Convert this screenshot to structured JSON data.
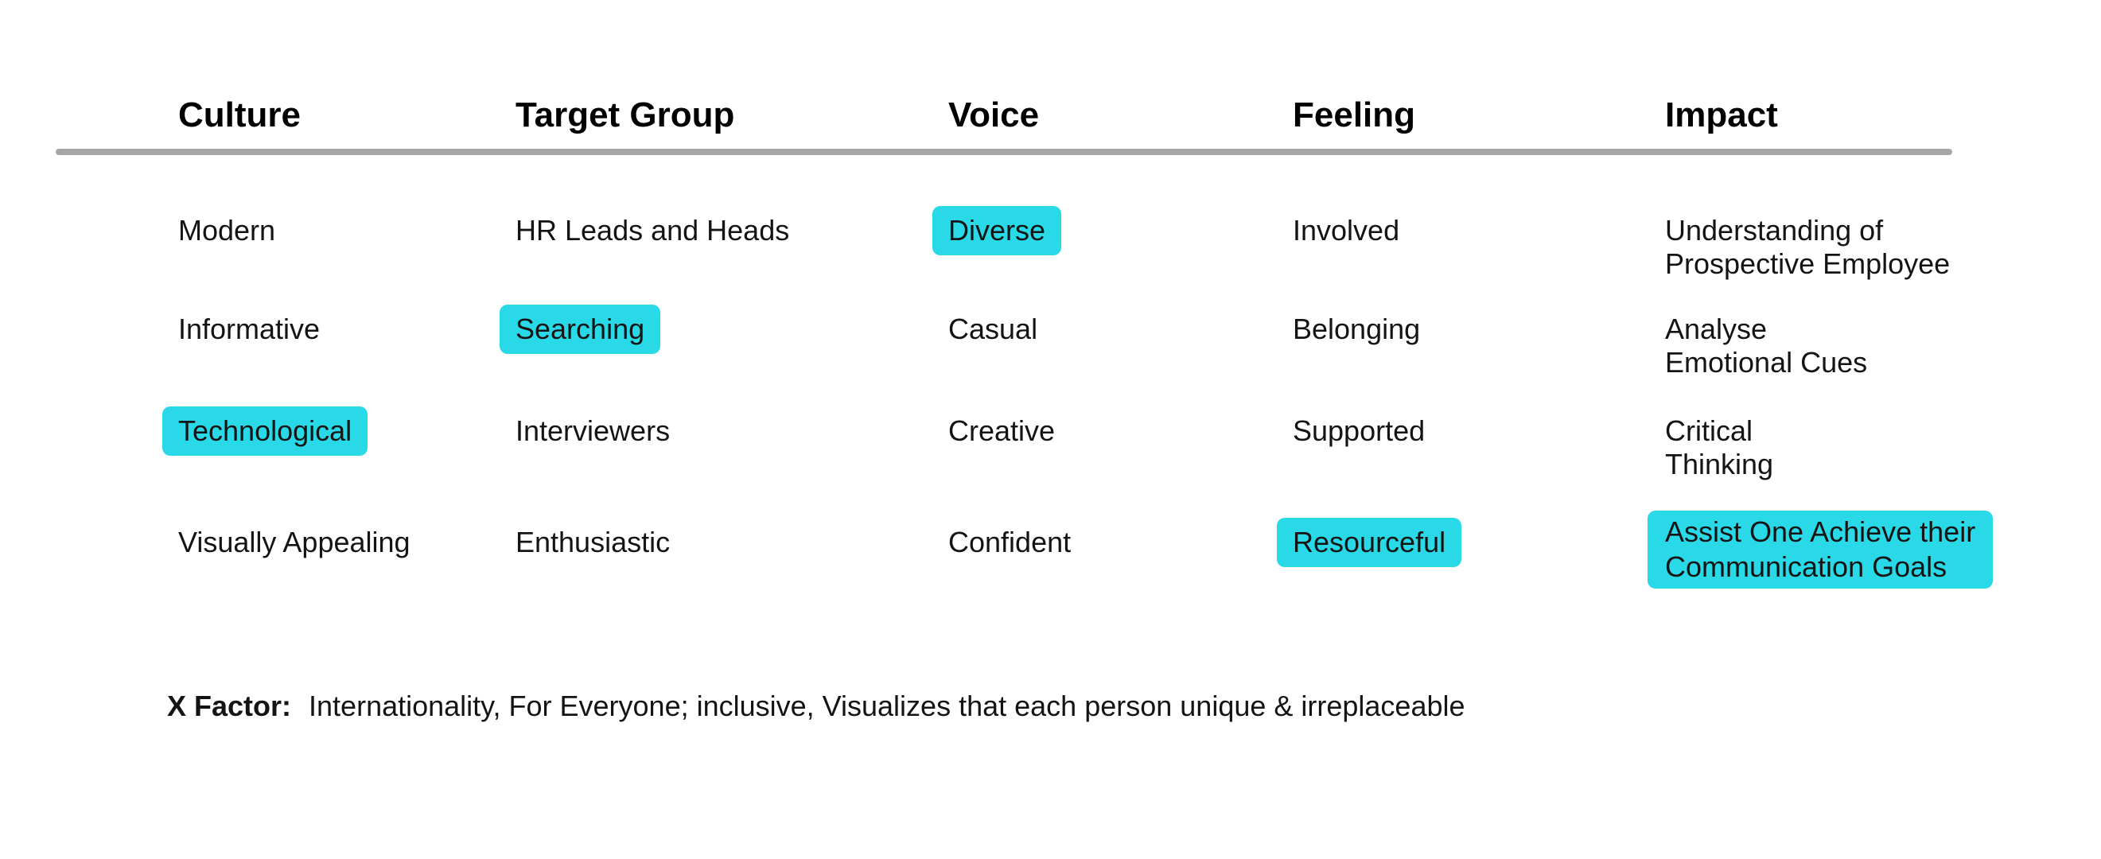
{
  "colors": {
    "accent": "#29d9e8",
    "divider": "#a6a6a6",
    "text": "#141414",
    "heading": "#000000",
    "background": "#ffffff"
  },
  "columns": [
    {
      "label": "Culture"
    },
    {
      "label": "Target Group"
    },
    {
      "label": "Voice"
    },
    {
      "label": "Feeling"
    },
    {
      "label": "Impact"
    }
  ],
  "rows": [
    {
      "cells": [
        {
          "text": "Modern",
          "highlight": false
        },
        {
          "text": "HR Leads and Heads",
          "highlight": false
        },
        {
          "text": "Diverse",
          "highlight": true
        },
        {
          "text": "Involved",
          "highlight": false
        },
        {
          "lines": [
            "Understanding of",
            "Prospective Employee"
          ],
          "highlight": false
        }
      ]
    },
    {
      "cells": [
        {
          "text": "Informative",
          "highlight": false
        },
        {
          "text": "Searching",
          "highlight": true
        },
        {
          "text": "Casual",
          "highlight": false
        },
        {
          "text": "Belonging",
          "highlight": false
        },
        {
          "lines": [
            "Analyse",
            "Emotional Cues"
          ],
          "highlight": false
        }
      ]
    },
    {
      "cells": [
        {
          "text": "Technological",
          "highlight": true
        },
        {
          "text": "Interviewers",
          "highlight": false
        },
        {
          "text": "Creative",
          "highlight": false
        },
        {
          "text": "Supported",
          "highlight": false
        },
        {
          "lines": [
            "Critical",
            "Thinking"
          ],
          "highlight": false
        }
      ]
    },
    {
      "cells": [
        {
          "text": "Visually Appealing",
          "highlight": false
        },
        {
          "text": "Enthusiastic",
          "highlight": false
        },
        {
          "text": "Confident",
          "highlight": false
        },
        {
          "text": "Resourceful",
          "highlight": true
        },
        {
          "lines": [
            "Assist One Achieve their",
            "Communication Goals"
          ],
          "highlight": true
        }
      ]
    }
  ],
  "x_factor": {
    "label": "X Factor:",
    "text": "Internationality, For Everyone; inclusive, Visualizes that each person unique & irreplaceable"
  }
}
